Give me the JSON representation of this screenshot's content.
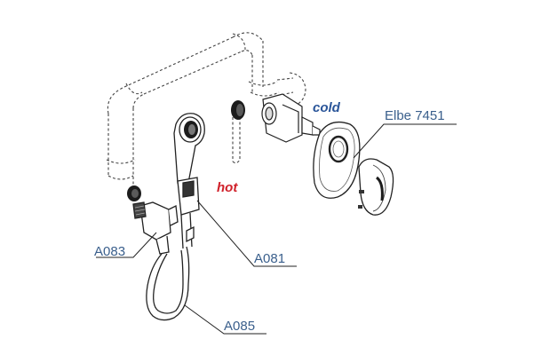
{
  "labels": {
    "cold": "cold",
    "hot": "hot",
    "mixer": "Elbe 7451",
    "a083": "A083",
    "a081": "A081",
    "a085": "A085"
  },
  "colors": {
    "cold": "#2a5599",
    "hot": "#d0202a",
    "part_label": "#3a5f8c",
    "line": "#222222",
    "pipe_dashed": "#444444"
  }
}
